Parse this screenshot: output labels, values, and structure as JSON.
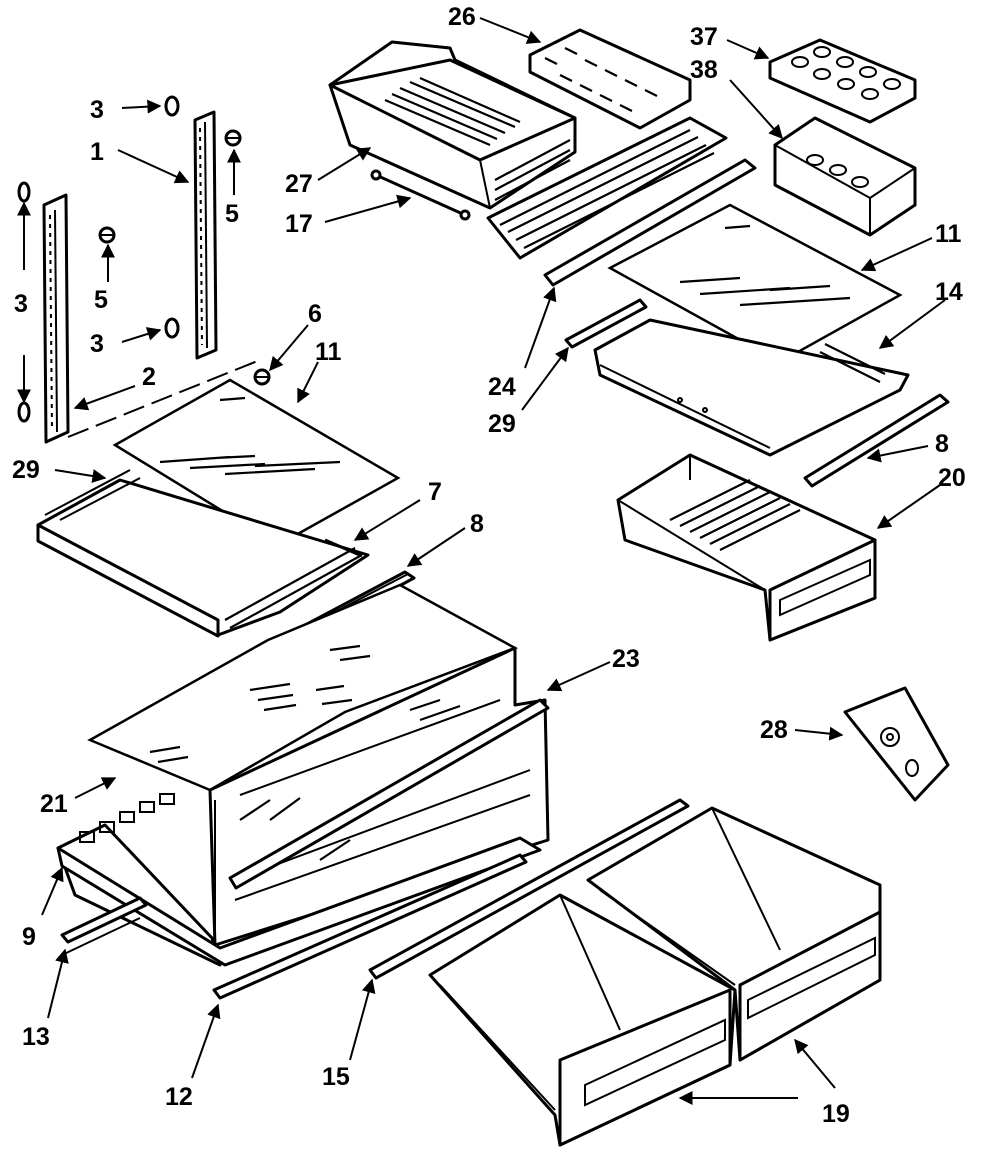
{
  "callouts": [
    {
      "id": "c1",
      "label": "1"
    },
    {
      "id": "c2",
      "label": "2"
    },
    {
      "id": "c3a",
      "label": "3"
    },
    {
      "id": "c3b",
      "label": "3"
    },
    {
      "id": "c3c",
      "label": "3"
    },
    {
      "id": "c5a",
      "label": "5"
    },
    {
      "id": "c5b",
      "label": "5"
    },
    {
      "id": "c6",
      "label": "6"
    },
    {
      "id": "c7",
      "label": "7"
    },
    {
      "id": "c8a",
      "label": "8"
    },
    {
      "id": "c8b",
      "label": "8"
    },
    {
      "id": "c9",
      "label": "9"
    },
    {
      "id": "c11a",
      "label": "11"
    },
    {
      "id": "c11b",
      "label": "11"
    },
    {
      "id": "c12",
      "label": "12"
    },
    {
      "id": "c13",
      "label": "13"
    },
    {
      "id": "c14",
      "label": "14"
    },
    {
      "id": "c15",
      "label": "15"
    },
    {
      "id": "c17",
      "label": "17"
    },
    {
      "id": "c19",
      "label": "19"
    },
    {
      "id": "c20",
      "label": "20"
    },
    {
      "id": "c21",
      "label": "21"
    },
    {
      "id": "c23",
      "label": "23"
    },
    {
      "id": "c24",
      "label": "24"
    },
    {
      "id": "c26",
      "label": "26"
    },
    {
      "id": "c27",
      "label": "27"
    },
    {
      "id": "c28",
      "label": "28"
    },
    {
      "id": "c29a",
      "label": "29"
    },
    {
      "id": "c29b",
      "label": "29"
    },
    {
      "id": "c37",
      "label": "37"
    },
    {
      "id": "c38",
      "label": "38"
    }
  ]
}
